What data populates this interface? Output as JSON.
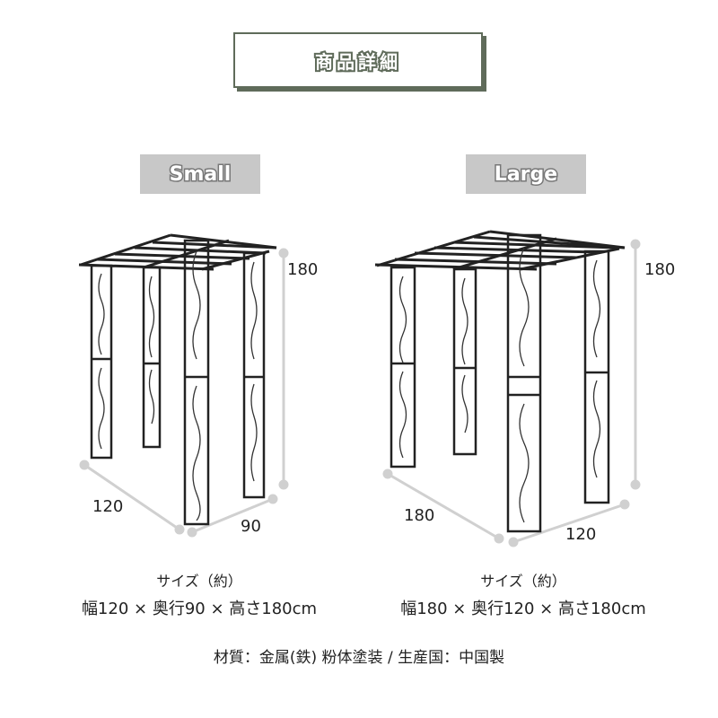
{
  "header": {
    "title": "商品詳細"
  },
  "small": {
    "label": "Small",
    "dim_height": "180",
    "dim_width": "120",
    "dim_depth": "90",
    "spec_heading": "サイズ（約）",
    "spec_line": "幅120 × 奥行90 × 高さ180cm"
  },
  "large": {
    "label": "Large",
    "dim_height": "180",
    "dim_width": "180",
    "dim_depth": "120",
    "spec_heading": "サイズ（約）",
    "spec_line": "幅180 × 奥行120 × 高さ180cm"
  },
  "footer": {
    "material": "材質：金属(鉄) 粉体塗装 / 生産国：中国製"
  },
  "colors": {
    "accent": "#5f6b5a",
    "label_bg": "#c8c8c8",
    "dimension_line": "#d0d0d0",
    "frame": "#222222"
  }
}
